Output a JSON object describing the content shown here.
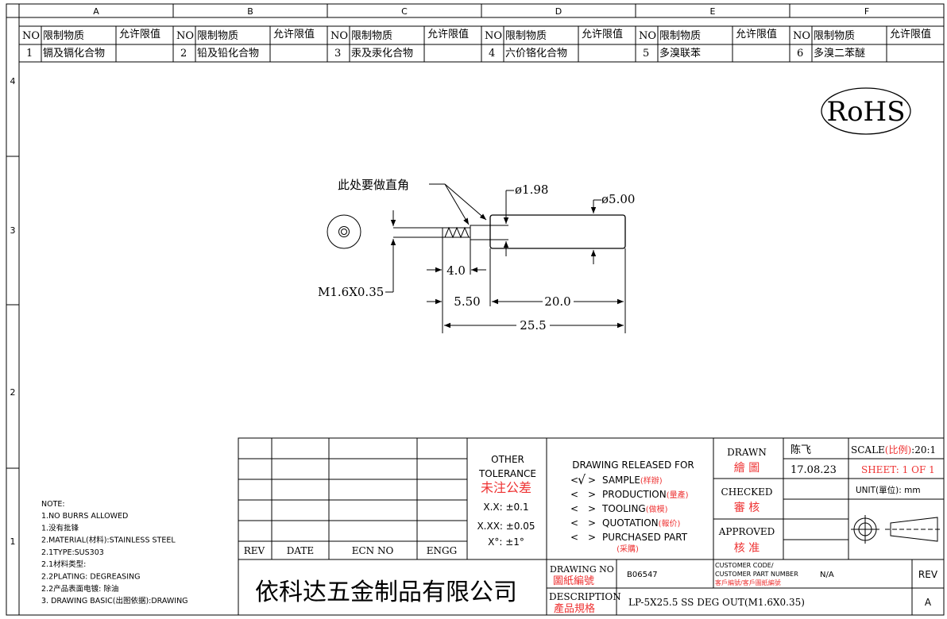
{
  "zones": {
    "columns": [
      "A",
      "B",
      "C",
      "D",
      "E",
      "F"
    ],
    "rows": [
      "4",
      "3",
      "2",
      "1"
    ]
  },
  "substances": {
    "headers": {
      "no": "NO",
      "substance": "限制物质",
      "limit": "允许限值"
    },
    "items": [
      {
        "no": "1",
        "name": "镉及镉化合物",
        "limit": ""
      },
      {
        "no": "2",
        "name": "铅及铅化合物",
        "limit": ""
      },
      {
        "no": "3",
        "name": "汞及汞化合物",
        "limit": ""
      },
      {
        "no": "4",
        "name": "六价铬化合物",
        "limit": ""
      },
      {
        "no": "5",
        "name": "多溴联苯",
        "limit": ""
      },
      {
        "no": "6",
        "name": "多溴二苯醚",
        "limit": ""
      }
    ]
  },
  "rohs": "RoHS",
  "drawing": {
    "note_right_angle": "此处要做直角",
    "dim_small_dia": "ø1.98",
    "dim_large_dia": "ø5.00",
    "dim_thread": "M1.6X0.35",
    "dim_thread_len": "4.0",
    "dim_front_len": "5.50",
    "dim_body_len": "20.0",
    "dim_total_len": "25.5"
  },
  "notes": {
    "title": "NOTE:",
    "lines": [
      "1.NO BURRS ALLOWED",
      "1.没有批锋",
      "2.MATERIAL(材料):STAINLESS STEEL",
      "2.1TYPE:SUS303",
      "2.1材料类型:",
      "2.2PLATING: DEGREASING",
      "2.2产品表面电镀: 除油",
      "3. DRAWING BASIC(出图依据):DRAWING"
    ]
  },
  "revision_table": {
    "rev": "REV",
    "date": "DATE",
    "ecn": "ECN NO",
    "engg": "ENGG"
  },
  "tolerance": {
    "title_1": "OTHER",
    "title_2": "TOLERANCE",
    "title_cn": "未注公差",
    "line_1": "X.X: ±0.1",
    "line_2": "X.XX: ±0.05",
    "line_3": "X°: ±1°"
  },
  "release": {
    "title": "DRAWING RELEASED FOR",
    "check_mark": "√",
    "sample": "SAMPLE",
    "sample_cn": "(样辦)",
    "production": "PRODUCTION",
    "production_cn": "(量產)",
    "tooling": "TOOLING",
    "tooling_cn": "(做模)",
    "quotation": "QUOTATION",
    "quotation_cn": "(報价)",
    "purchased": "PURCHASED PART",
    "purchased_cn": "(采購)"
  },
  "approvals": {
    "drawn": "DRAWN",
    "drawn_cn": "繪 圖",
    "drawn_by": "陈飞",
    "drawn_date": "17.08.23",
    "checked": "CHECKED",
    "checked_cn": "審 核",
    "approved": "APPROVED",
    "approved_cn": "核 准"
  },
  "scale": {
    "label": "SCALE",
    "label_cn": "(比例)",
    "value": ":20:1"
  },
  "sheet": {
    "label": "SHEET:",
    "value": "1 OF 1"
  },
  "unit": {
    "label": "UNIT(單位):",
    "value": "mm"
  },
  "company": "依科达五金制品有限公司",
  "drawing_no": {
    "label": "DRAWING NO",
    "label_cn": "圖紙編號",
    "value": "B06547"
  },
  "customer": {
    "label_1": "CUSTOMER CODE/",
    "label_2": "CUSTOMER PART NUMBER",
    "label_cn": "客戶編號/客戶圖紙編號",
    "value": "N/A"
  },
  "rev_box": {
    "label": "REV",
    "value": "A"
  },
  "description": {
    "label": "DESCRIPTION",
    "label_cn": "產品規格",
    "value": "LP-5X25.5 SS DEG OUT(M1.6X0.35)"
  },
  "colors": {
    "line": "#000000",
    "accent_red": "#e33333"
  }
}
